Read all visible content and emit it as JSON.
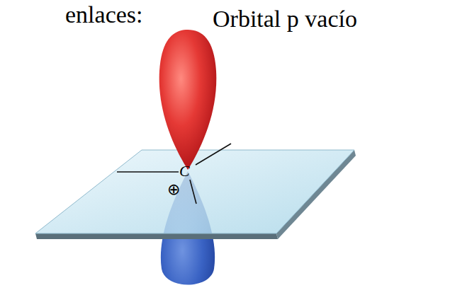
{
  "diagram": {
    "labels": [
      "enlaces:",
      "Orbital p vacío",
      "C",
      "⊕"
    ]
  }
}
